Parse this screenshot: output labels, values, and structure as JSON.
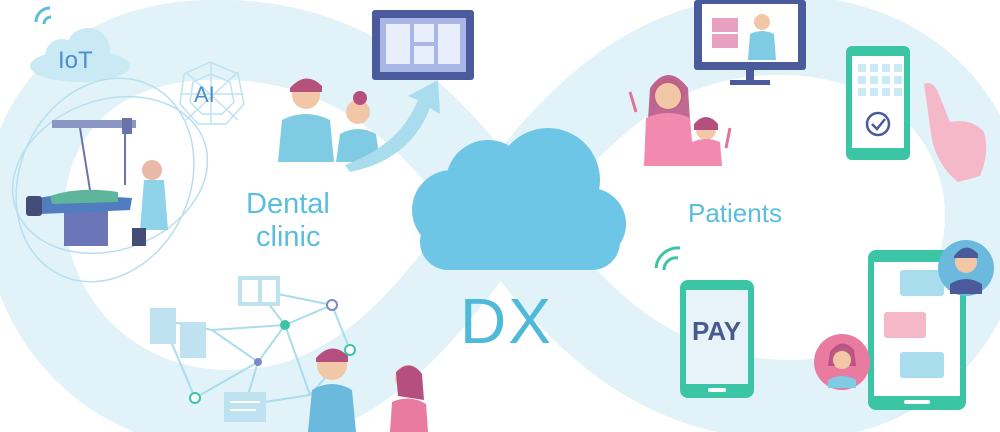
{
  "labels": {
    "dental_line1": "Dental",
    "dental_line2": "clinic",
    "patients": "Patients",
    "dx": "DX",
    "iot": "IoT",
    "ai": "AI",
    "pay": "PAY"
  },
  "icons": [
    "cloud-icon",
    "iot-cloud-icon",
    "wifi-icon",
    "ai-web-icon",
    "dental-chair-icon",
    "monitor-icon",
    "phone-icon",
    "hand-pointer-icon",
    "avatar-icon",
    "chat-bubble-icon",
    "network-icon",
    "document-icon"
  ],
  "colors": {
    "infinity_band": "#dff1f8",
    "accent_blue": "#5bbedc",
    "cloud": "#6ec6e6",
    "green_device": "#3cc5a4",
    "navy": "#4a5a9a",
    "pink": "#e8a0c0"
  }
}
